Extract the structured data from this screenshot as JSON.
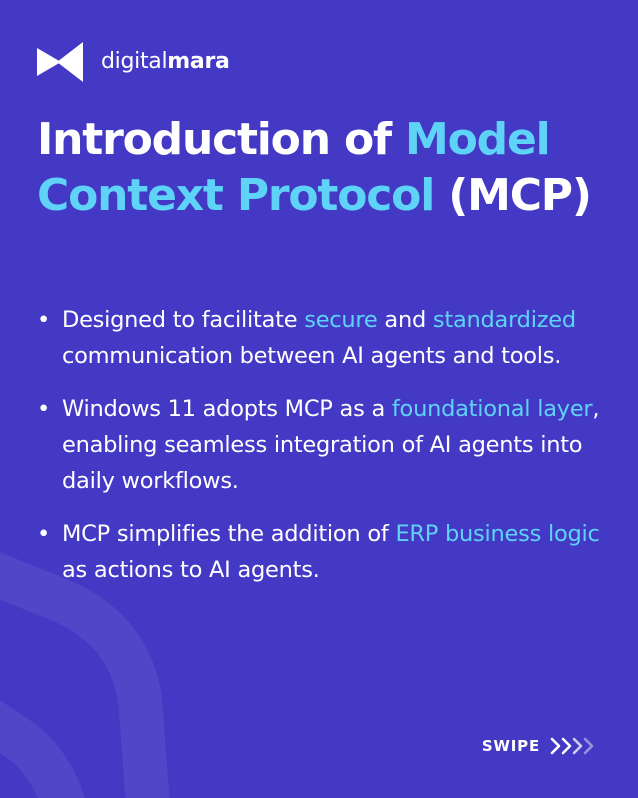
{
  "brand": {
    "name_part1": "digital",
    "name_part2": "mara"
  },
  "title": {
    "part1": "Introduction of ",
    "part2": "Model Context Protocol",
    "part3": " (MCP)"
  },
  "bullets": [
    {
      "segments": [
        {
          "text": "Designed to facilitate ",
          "highlight": false
        },
        {
          "text": "secure",
          "highlight": true
        },
        {
          "text": " and ",
          "highlight": false
        },
        {
          "text": "standardized",
          "highlight": true
        },
        {
          "text": " communication between AI agents and tools.",
          "highlight": false
        }
      ]
    },
    {
      "segments": [
        {
          "text": "Windows 11 adopts MCP as a ",
          "highlight": false
        },
        {
          "text": "foundational layer",
          "highlight": true
        },
        {
          "text": ", enabling seamless integration of AI agents into daily workflows.",
          "highlight": false
        }
      ]
    },
    {
      "segments": [
        {
          "text": "MCP simplifies the addition of ",
          "highlight": false
        },
        {
          "text": "ERP business logic",
          "highlight": true
        },
        {
          "text": " as actions to AI agents.",
          "highlight": false
        }
      ]
    }
  ],
  "bullet_marker": "•",
  "swipe": {
    "label": "SWIPE"
  },
  "colors": {
    "background": "#4339c4",
    "highlight": "#5fd3f7",
    "text": "#ffffff"
  },
  "icons": {
    "logo": "bowtie-logo-icon",
    "swipe": "chevrons-right-icon"
  }
}
